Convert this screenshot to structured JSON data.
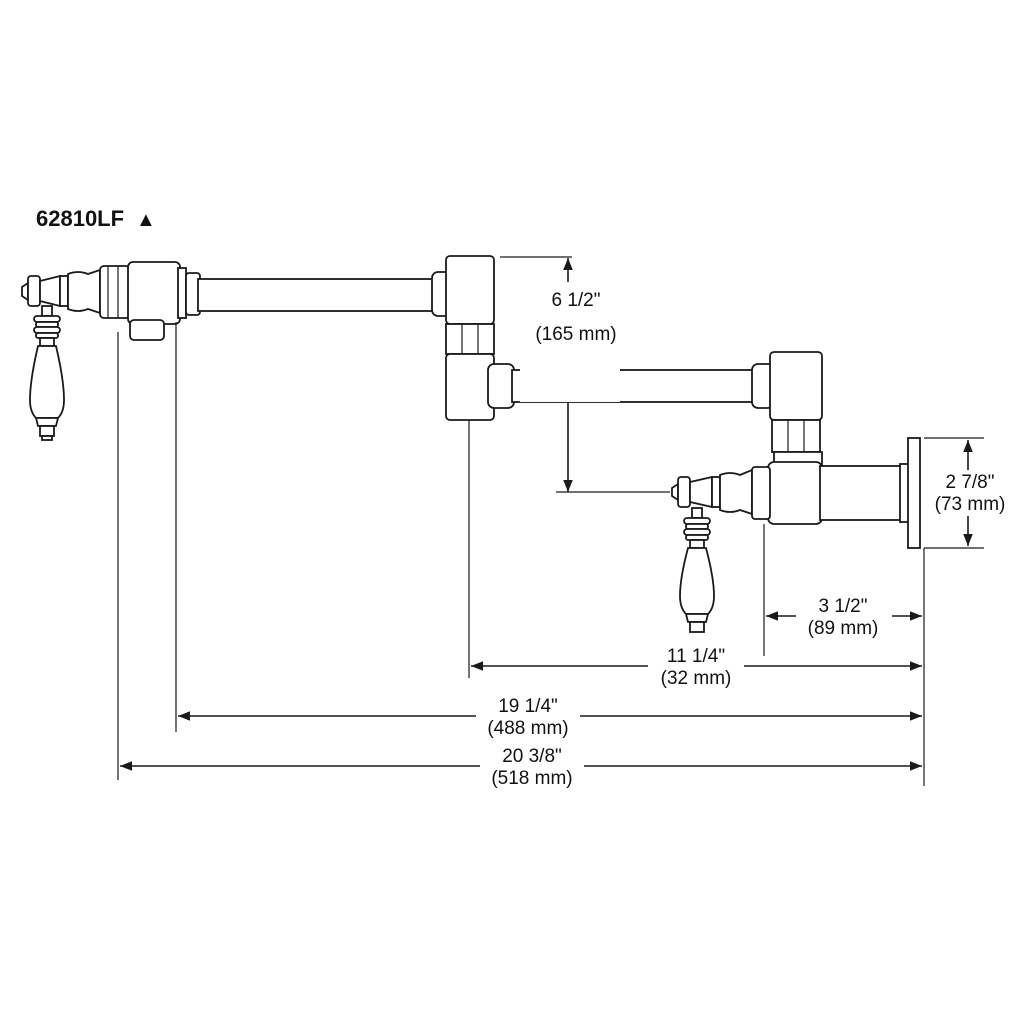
{
  "model": {
    "number": "62810LF",
    "symbol": "▲"
  },
  "dimensions": {
    "vertical_offset": {
      "in": "6 1/2\"",
      "mm": "(165 mm)"
    },
    "wall_plate_height": {
      "in": "2 7/8\"",
      "mm": "(73 mm)"
    },
    "valve_to_wall": {
      "in": "3 1/2\"",
      "mm": "(89 mm)"
    },
    "elbow_to_wall": {
      "in": "11 1/4\"",
      "mm": "(32 mm)"
    },
    "spout_body_to_wall": {
      "in": "19 1/4\"",
      "mm": "(488 mm)"
    },
    "overall_length": {
      "in": "20 3/8\"",
      "mm": "(518 mm)"
    }
  }
}
